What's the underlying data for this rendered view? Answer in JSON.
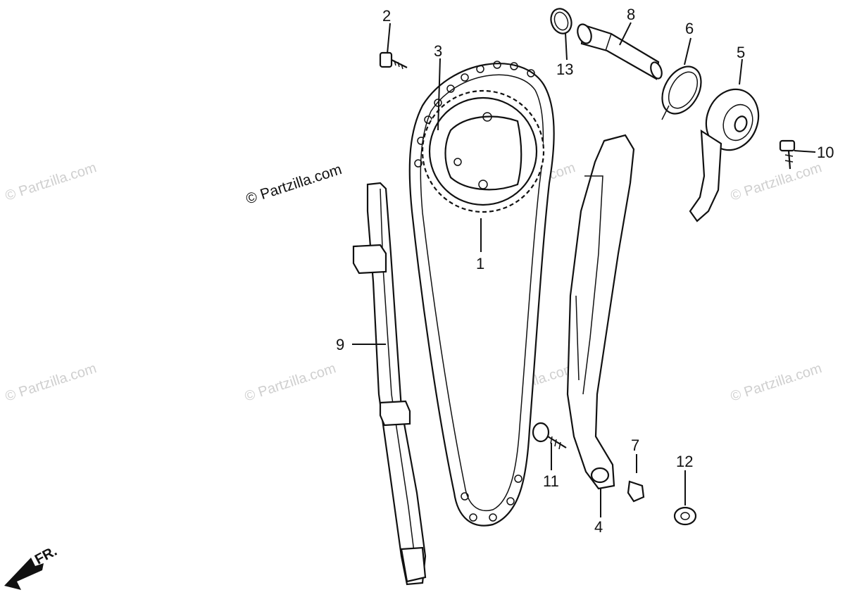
{
  "diagram": {
    "callouts": [
      "1",
      "2",
      "3",
      "4",
      "5",
      "6",
      "7",
      "8",
      "9",
      "10",
      "11",
      "12",
      "13"
    ],
    "front_indicator": "FR.",
    "watermark_main": "© Partzilla.com",
    "watermark_faint": "© Partzilla.com"
  },
  "colors": {
    "line": "#111111",
    "background": "#ffffff",
    "watermark": "#cfcfcf"
  }
}
